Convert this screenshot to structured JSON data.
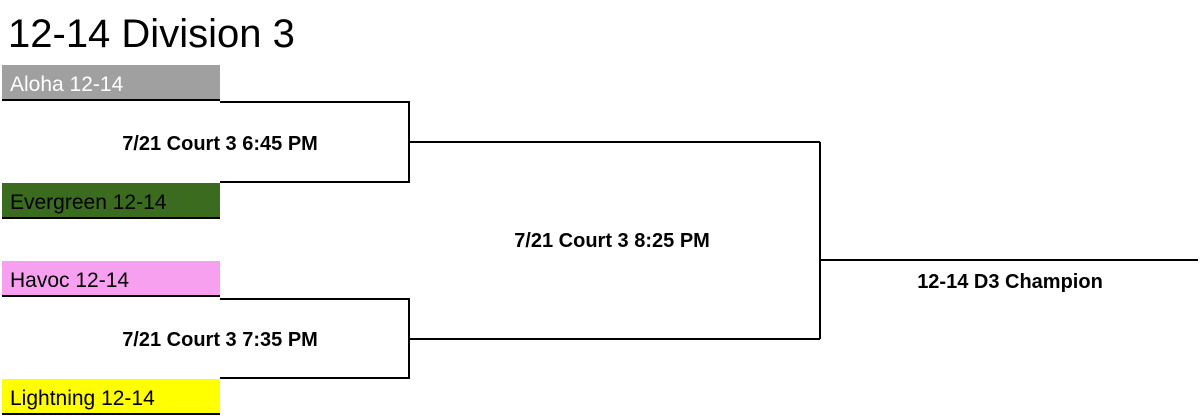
{
  "title": "12-14 Division 3",
  "teams": {
    "aloha": "Aloha 12-14",
    "evergreen": "Evergreen 12-14",
    "havoc": "Havoc 12-14",
    "lightning": "Lightning 12-14"
  },
  "games": {
    "semifinal_top": "7/21 Court 3 6:45 PM",
    "semifinal_bottom": "7/21 Court 3 7:35 PM",
    "final": "7/21 Court 3 8:25 PM"
  },
  "champion_label": "12-14 D3 Champion",
  "colors": {
    "aloha": "#a0a0a0",
    "evergreen": "#3a6b1e",
    "havoc": "#f7a0f0",
    "lightning": "#ffff00"
  }
}
